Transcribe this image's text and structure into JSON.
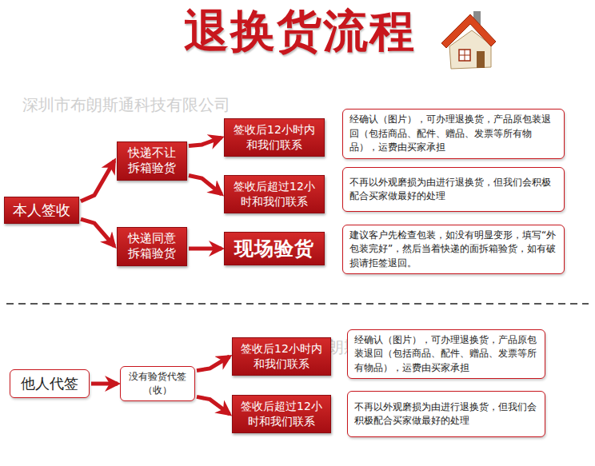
{
  "diagram": {
    "title": "退换货流程",
    "nodes": [
      {
        "text": [
          "本人签收"
        ]
      },
      {
        "text": [
          "快递不让拆箱验货"
        ]
      },
      {
        "text": [
          "签收后12小时内和我们联系"
        ]
      },
      {
        "text": [
          "经确认（图片），可办理退换货，产品原包装退回（包括商品、配件、赠品、发票等所有物品），运费由买家承担"
        ]
      },
      {
        "text": [
          "签收后超过12小时和我们联系"
        ]
      },
      {
        "text": [
          "不再以外观磨损为由进行退换货，但我们会积极配合买家做最好的处理"
        ]
      },
      {
        "text": [
          "快递同意拆箱验货"
        ]
      },
      {
        "text": [
          "现场验货"
        ]
      },
      {
        "text": [
          "建议客户先检查包装，如没有明显变形，填写“外包装完好”，然后当着快递的面拆箱验货，如有破损请拒签退回。"
        ]
      },
      {
        "text": [
          "他人代签"
        ]
      },
      {
        "text": [
          "没有验货代签（收）"
        ]
      },
      {
        "text": [
          "签收后12小时内和我们联系"
        ]
      },
      {
        "text": [
          "经确认（图片），可办理退换货，产品原包装退回（包括商品、配件、赠品、发票等所有物品），运费由买家承担"
        ]
      },
      {
        "text": [
          "签收后超过12小时和我们联系"
        ]
      },
      {
        "text": [
          "不再以外观磨损为由进行退换货，但我们会积极配合买家做最好的处理"
        ]
      }
    ],
    "edges": [
      {
        "from": 0,
        "to": 1,
        "arrow": "to"
      },
      {
        "from": 0,
        "to": 6,
        "arrow": "to"
      },
      {
        "from": 1,
        "to": 2,
        "arrow": "to"
      },
      {
        "from": 1,
        "to": 4,
        "arrow": "to"
      },
      {
        "from": 6,
        "to": 7,
        "arrow": "to"
      },
      {
        "from": 9,
        "to": 10,
        "arrow": "to"
      },
      {
        "from": 10,
        "to": 11,
        "arrow": "to"
      },
      {
        "from": 10,
        "to": 13,
        "arrow": "to"
      }
    ],
    "labels": [
      "深圳市布朗斯通科技有限公司",
      "深圳市布朗斯通科技有限公司"
    ]
  }
}
